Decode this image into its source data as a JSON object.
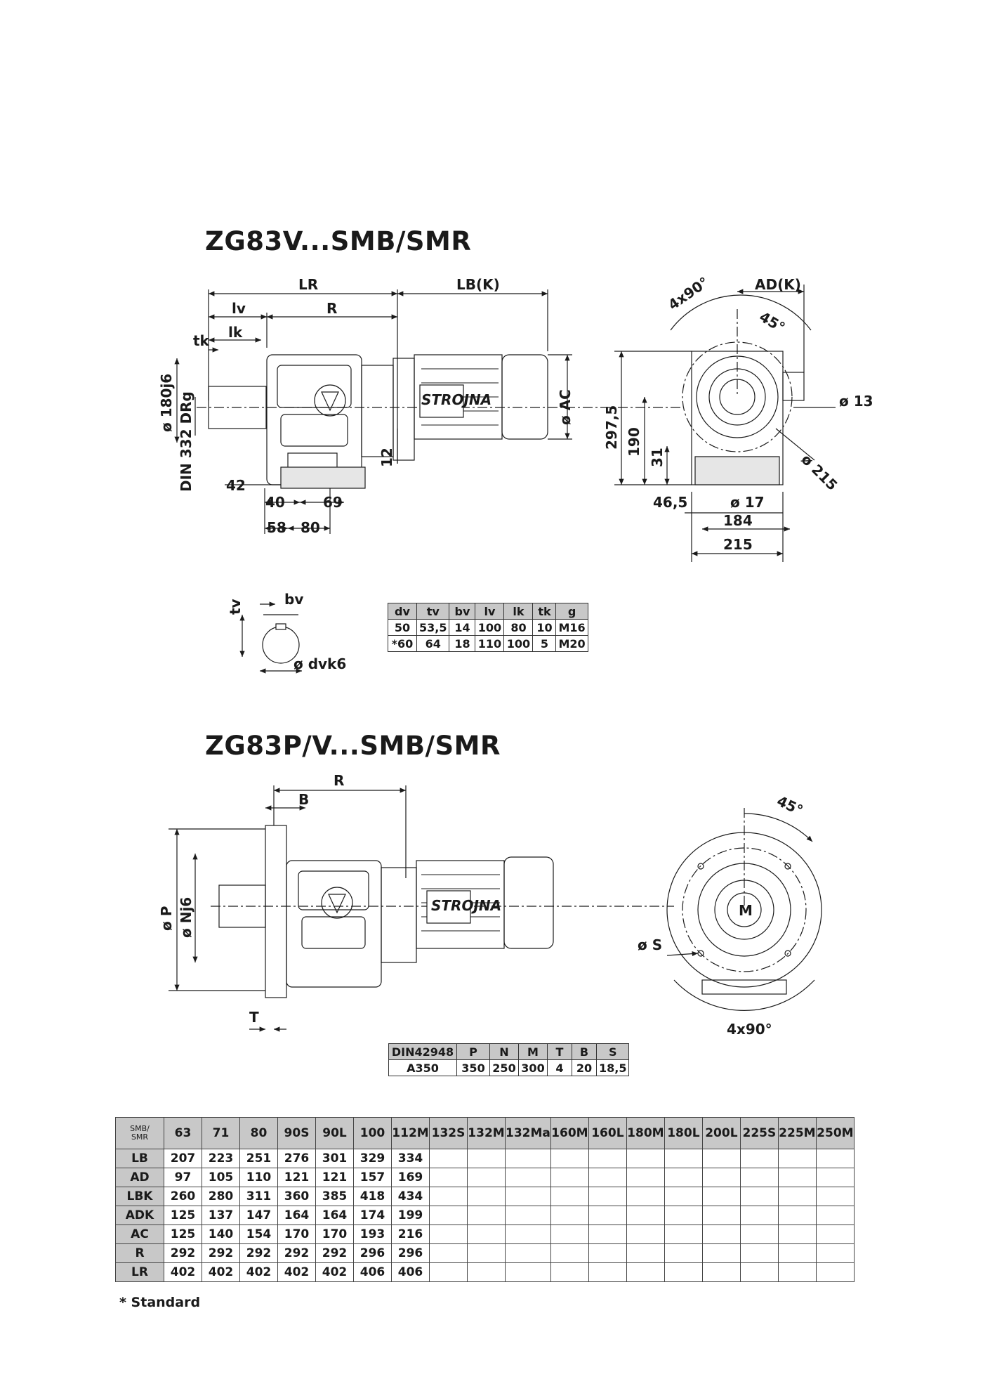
{
  "section1": {
    "title": "ZG83V...SMB/SMR",
    "brand": "STROJNA",
    "dims": {
      "LR": "LR",
      "LBK": "LB(K)",
      "lv": "lv",
      "R": "R",
      "lk": "lk",
      "tk": "tk",
      "d180": "ø 180j6",
      "din": "DIN 332 DRg",
      "AC": "ø AC",
      "n12": "12",
      "n42": "42",
      "n40": "40",
      "n69": "69",
      "n58": "58",
      "n80": "80",
      "a4x90": "4x90°",
      "ADK": "AD(K)",
      "a45": "45°",
      "d13": "ø 13",
      "h297": "297,5",
      "h190": "190",
      "h31": "31",
      "d215": "ø 215",
      "n465": "46,5",
      "d17": "ø 17",
      "n184": "184",
      "n215": "215"
    }
  },
  "key": {
    "tv": "tv",
    "bv": "bv",
    "dvk6": "ø dvk6"
  },
  "table_dv": {
    "headers": [
      "dv",
      "tv",
      "bv",
      "lv",
      "lk",
      "tk",
      "g"
    ],
    "rows": [
      [
        "50",
        "53,5",
        "14",
        "100",
        "80",
        "10",
        "M16"
      ],
      [
        "*60",
        "64",
        "18",
        "110",
        "100",
        "5",
        "M20"
      ]
    ]
  },
  "section2": {
    "title": "ZG83P/V...SMB/SMR",
    "brand": "STROJNA",
    "dims": {
      "R": "R",
      "B": "B",
      "P": "ø P",
      "Nj6": "ø Nj6",
      "T": "T",
      "a45": "45°",
      "S": "ø S",
      "a4x90": "4x90°",
      "M": "M"
    }
  },
  "table_din": {
    "headers": [
      "DIN42948",
      "P",
      "N",
      "M",
      "T",
      "B",
      "S"
    ],
    "rows": [
      [
        "A350",
        "350",
        "250",
        "300",
        "4",
        "20",
        "18,5"
      ]
    ]
  },
  "main_table": {
    "corner": [
      "SMB/",
      "SMR"
    ],
    "columns": [
      "63",
      "71",
      "80",
      "90S",
      "90L",
      "100",
      "112M",
      "132S",
      "132M",
      "132Ma",
      "160M",
      "160L",
      "180M",
      "180L",
      "200L",
      "225S",
      "225M",
      "250M"
    ],
    "rows": [
      {
        "label": "LB",
        "values": [
          "207",
          "223",
          "251",
          "276",
          "301",
          "329",
          "334"
        ]
      },
      {
        "label": "AD",
        "values": [
          "97",
          "105",
          "110",
          "121",
          "121",
          "157",
          "169"
        ]
      },
      {
        "label": "LBK",
        "values": [
          "260",
          "280",
          "311",
          "360",
          "385",
          "418",
          "434"
        ]
      },
      {
        "label": "ADK",
        "values": [
          "125",
          "137",
          "147",
          "164",
          "164",
          "174",
          "199"
        ]
      },
      {
        "label": "AC",
        "values": [
          "125",
          "140",
          "154",
          "170",
          "170",
          "193",
          "216"
        ]
      },
      {
        "label": "R",
        "values": [
          "292",
          "292",
          "292",
          "292",
          "292",
          "296",
          "296"
        ]
      },
      {
        "label": "LR",
        "values": [
          "402",
          "402",
          "402",
          "402",
          "402",
          "406",
          "406"
        ]
      }
    ]
  },
  "footnote": "* Standard"
}
